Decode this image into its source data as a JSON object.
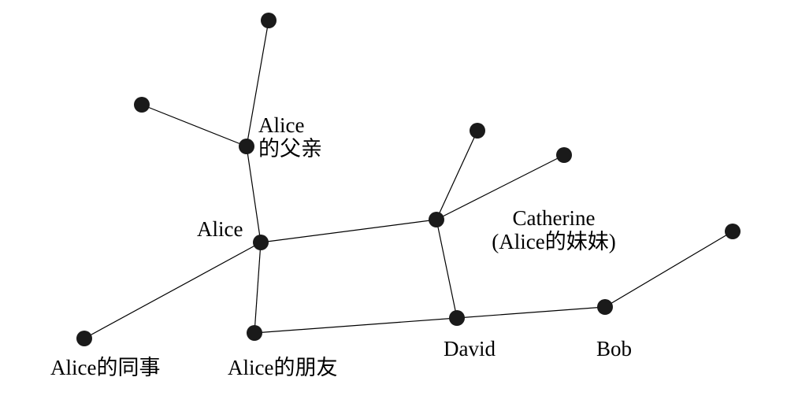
{
  "graph": {
    "colors": {
      "node": "#1a1a1a",
      "edge": "#000000",
      "background": "#ffffff"
    },
    "labels": {
      "alice": "Alice",
      "alice_father": [
        "Alice",
        "的父亲"
      ],
      "catherine": [
        "Catherine",
        "(Alice的妹妹)"
      ],
      "david": "David",
      "bob": "Bob",
      "alice_colleague": "Alice的同事",
      "alice_friend": "Alice的朋友"
    }
  }
}
